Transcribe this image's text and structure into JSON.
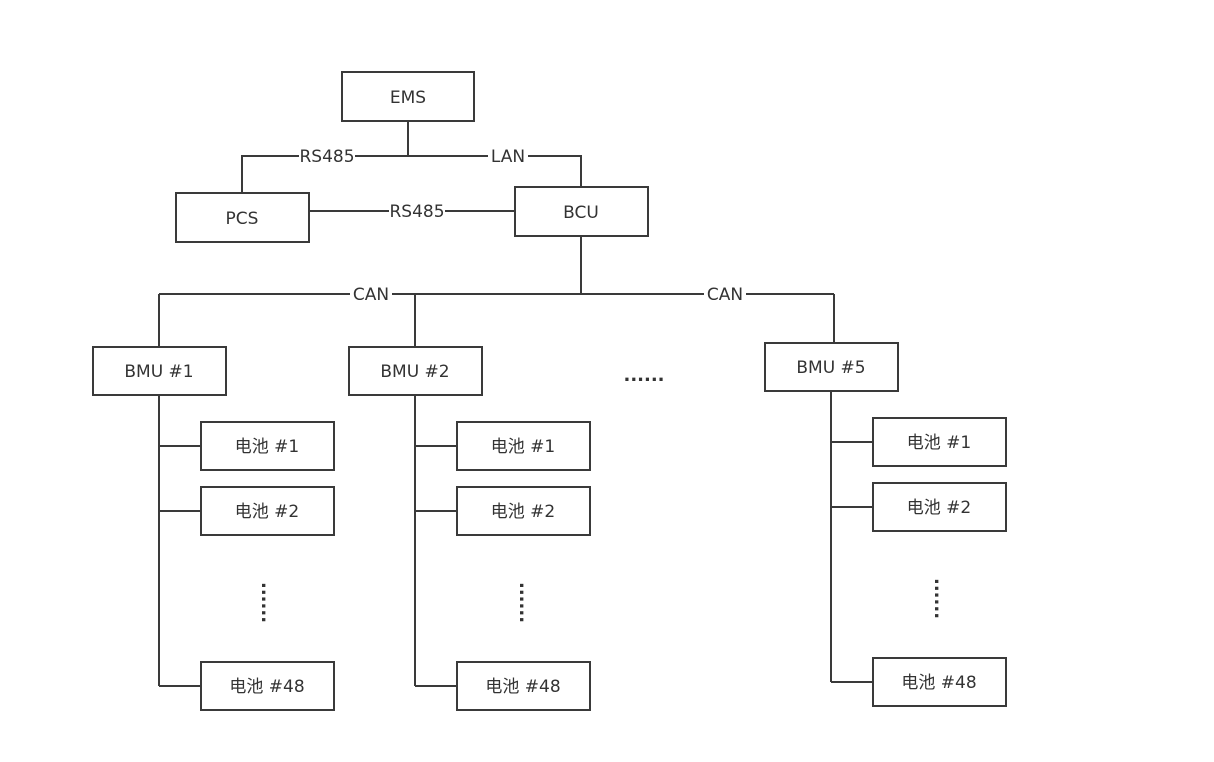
{
  "nodes": {
    "ems": "EMS",
    "pcs": "PCS",
    "bcu": "BCU",
    "bmu1": "BMU #1",
    "bmu2": "BMU #2",
    "bmu5": "BMU #5"
  },
  "batteries": {
    "b1": "电池 #1",
    "b2": "电池 #2",
    "b48": "电池 #48"
  },
  "links": {
    "ems_pcs": "RS485",
    "ems_bcu": "LAN",
    "pcs_bcu": "RS485",
    "can_left": "CAN",
    "can_right": "CAN"
  },
  "ellipsis": {
    "horizontal": "......",
    "vertical": "......"
  }
}
